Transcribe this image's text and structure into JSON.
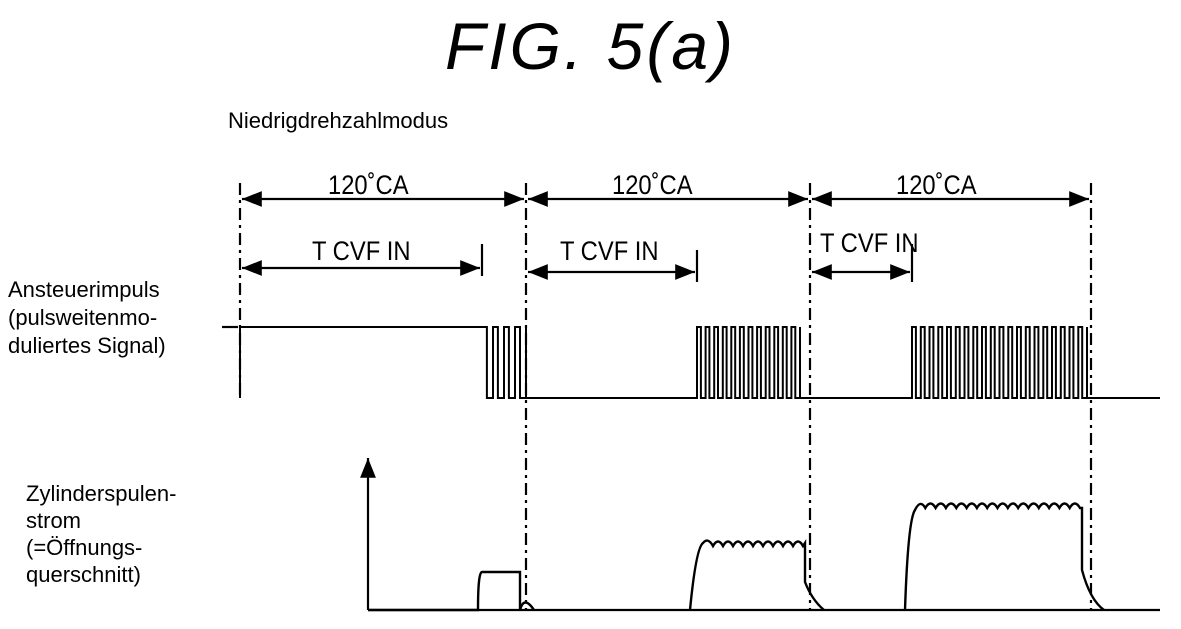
{
  "figure_title": "FIG. 5(a)",
  "mode_label": "Niedrigdrehzahlmodus",
  "signals": {
    "drive_pulse_label": [
      "Ansteuerimpuls",
      "(pulsweitenmo-",
      "duliertes Signal)"
    ],
    "coil_current_label": [
      "Zylinderspulen-",
      "strom",
      "(=Öffnungs-",
      "querschnitt)"
    ]
  },
  "intervals": [
    {
      "period_label": "120˚CA",
      "tcvf_label": "T CVF IN"
    },
    {
      "period_label": "120˚CA",
      "tcvf_label": "T CVF IN"
    },
    {
      "period_label": "120˚CA",
      "tcvf_label": "T CVF IN"
    }
  ]
}
